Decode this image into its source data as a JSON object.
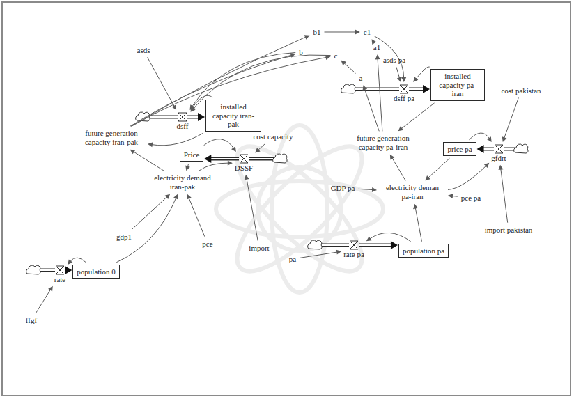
{
  "diagram": {
    "nodes": [
      {
        "text": [
          "b1"
        ]
      },
      {
        "text": [
          "c1"
        ]
      },
      {
        "text": [
          "a1"
        ]
      },
      {
        "text": [
          "b"
        ]
      },
      {
        "text": [
          "c"
        ]
      },
      {
        "text": [
          "a"
        ]
      },
      {
        "text": [
          "asds"
        ]
      },
      {
        "text": [
          "installed capacity iran-pak"
        ]
      },
      {
        "text": [
          "dsff"
        ]
      },
      {
        "text": [
          "cost capacity"
        ]
      },
      {
        "text": [
          "asds pa"
        ]
      },
      {
        "text": [
          "installed capacity pa-iran"
        ]
      },
      {
        "text": [
          "dsff pa"
        ]
      },
      {
        "text": [
          "cost pakistan"
        ]
      },
      {
        "text": [
          "Price"
        ]
      },
      {
        "text": [
          "DSSF"
        ]
      },
      {
        "text": [
          "future generation capacity iran-pak"
        ]
      },
      {
        "text": [
          "electricity demand iran-pak"
        ]
      },
      {
        "text": [
          "price pa"
        ]
      },
      {
        "text": [
          "gfdrt"
        ]
      },
      {
        "text": [
          "future generation capacity pa-iran"
        ]
      },
      {
        "text": [
          "electricity deman pa-iran"
        ]
      },
      {
        "text": [
          "GDP pa"
        ]
      },
      {
        "text": [
          "pce pa"
        ]
      },
      {
        "text": [
          "gdp1"
        ]
      },
      {
        "text": [
          "pce"
        ]
      },
      {
        "text": [
          "import"
        ]
      },
      {
        "text": [
          "import pakistan"
        ]
      },
      {
        "text": [
          "population 0"
        ]
      },
      {
        "text": [
          "rate"
        ]
      },
      {
        "text": [
          "ffgf"
        ]
      },
      {
        "text": [
          "population pa"
        ]
      },
      {
        "text": [
          "rate pa"
        ]
      },
      {
        "text": [
          "pa"
        ]
      }
    ],
    "edges": [
      {
        "from": 16,
        "to": 0,
        "arrow": "to"
      },
      {
        "from": 16,
        "to": 3,
        "arrow": "to"
      },
      {
        "from": 16,
        "to": 4,
        "arrow": "to"
      },
      {
        "from": 0,
        "to": 1,
        "arrow": "to"
      },
      {
        "from": 2,
        "to": 1,
        "arrow": "to"
      },
      {
        "from": 5,
        "to": 4,
        "arrow": "to"
      },
      {
        "from": 4,
        "to": 8,
        "arrow": "to"
      },
      {
        "from": 3,
        "to": 8,
        "arrow": "to"
      },
      {
        "from": 6,
        "to": 8,
        "arrow": "to"
      },
      {
        "from": 7,
        "to": 8,
        "arrow": "to"
      },
      {
        "from": 7,
        "to": 16,
        "arrow": "to"
      },
      {
        "from": 1,
        "to": 12,
        "arrow": "to"
      },
      {
        "from": 10,
        "to": 12,
        "arrow": "to"
      },
      {
        "from": 11,
        "to": 12,
        "arrow": "to"
      },
      {
        "from": 11,
        "to": 20,
        "arrow": "to"
      },
      {
        "from": 20,
        "to": 5,
        "arrow": "to"
      },
      {
        "from": 20,
        "to": 2,
        "arrow": "to"
      },
      {
        "from": 17,
        "to": 16,
        "arrow": "to"
      },
      {
        "from": 14,
        "to": 17,
        "arrow": "to"
      },
      {
        "from": 17,
        "to": 15,
        "arrow": "to"
      },
      {
        "from": 14,
        "to": 15,
        "arrow": "to"
      },
      {
        "from": 9,
        "to": 15,
        "arrow": "to"
      },
      {
        "from": 26,
        "to": 15,
        "arrow": "to"
      },
      {
        "from": 24,
        "to": 17,
        "arrow": "to"
      },
      {
        "from": 25,
        "to": 17,
        "arrow": "to"
      },
      {
        "from": 28,
        "to": 17,
        "arrow": "to"
      },
      {
        "from": 28,
        "to": 29,
        "arrow": "to"
      },
      {
        "from": 30,
        "to": 29,
        "arrow": "to"
      },
      {
        "from": 21,
        "to": 20,
        "arrow": "to"
      },
      {
        "from": 18,
        "to": 21,
        "arrow": "to"
      },
      {
        "from": 21,
        "to": 19,
        "arrow": "to"
      },
      {
        "from": 18,
        "to": 19,
        "arrow": "to"
      },
      {
        "from": 13,
        "to": 19,
        "arrow": "to"
      },
      {
        "from": 27,
        "to": 19,
        "arrow": "to"
      },
      {
        "from": 22,
        "to": 21,
        "arrow": "to"
      },
      {
        "from": 23,
        "to": 21,
        "arrow": "to"
      },
      {
        "from": 31,
        "to": 21,
        "arrow": "to"
      },
      {
        "from": 31,
        "to": 32,
        "arrow": "to"
      },
      {
        "from": 33,
        "to": 32,
        "arrow": "to"
      },
      {
        "from": 8,
        "to": 7,
        "arrow": "to"
      },
      {
        "from": 15,
        "to": 14,
        "arrow": "to"
      },
      {
        "from": 29,
        "to": 28,
        "arrow": "to"
      },
      {
        "from": 12,
        "to": 11,
        "arrow": "to"
      },
      {
        "from": 19,
        "to": 18,
        "arrow": "to"
      },
      {
        "from": 32,
        "to": 31,
        "arrow": "to"
      }
    ]
  }
}
